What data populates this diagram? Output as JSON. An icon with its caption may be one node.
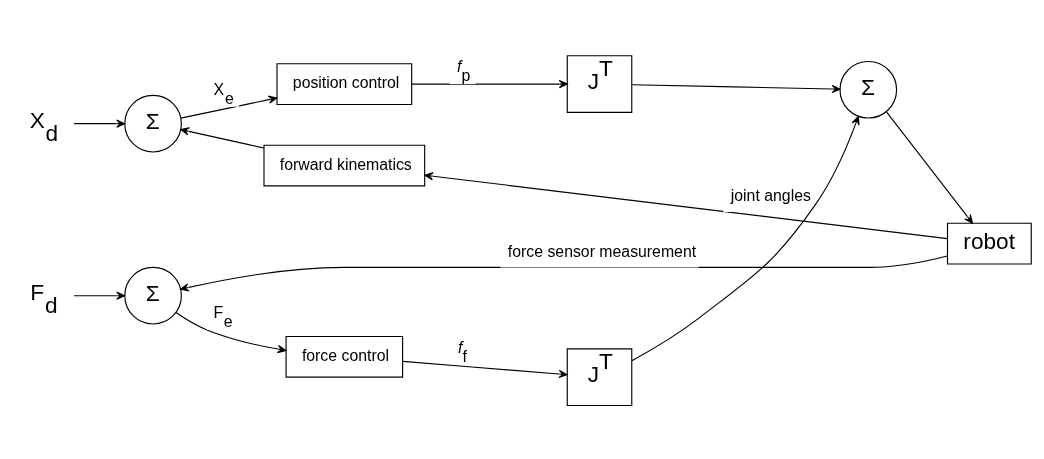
{
  "diagram": {
    "nodes": [
      {
        "text": [
          "X$_{d}$"
        ]
      },
      {
        "text": [
          "Σ"
        ]
      },
      {
        "text": [
          "position control"
        ]
      },
      {
        "text": [
          "J$^{T}$"
        ]
      },
      {
        "text": [
          "forward kinematics"
        ]
      },
      {
        "text": [
          "Σ"
        ]
      },
      {
        "text": [
          "robot"
        ]
      },
      {
        "text": [
          "F$_{d}$"
        ]
      },
      {
        "text": [
          "Σ"
        ]
      },
      {
        "text": [
          "force control"
        ]
      },
      {
        "text": [
          "J$^{T}$"
        ]
      }
    ],
    "edges": [
      {
        "from": 0,
        "to": 1,
        "arrow": "to"
      },
      {
        "from": 1,
        "to": 2,
        "arrow": "to",
        "label": "X$_{e}$"
      },
      {
        "from": 2,
        "to": 3,
        "arrow": "to",
        "label": "*f*$_{p}$"
      },
      {
        "from": 3,
        "to": 5,
        "arrow": "to"
      },
      {
        "from": 4,
        "to": 1,
        "arrow": "to"
      },
      {
        "from": 6,
        "to": 4,
        "arrow": "to",
        "label": "joint angles"
      },
      {
        "from": 5,
        "to": 6,
        "arrow": "to"
      },
      {
        "from": 7,
        "to": 8,
        "arrow": "to"
      },
      {
        "from": 8,
        "to": 9,
        "arrow": "to",
        "label": "F$_{e}$"
      },
      {
        "from": 9,
        "to": 10,
        "arrow": "to",
        "label": "*f*$_{f}$"
      },
      {
        "from": 10,
        "to": 5,
        "arrow": "to"
      },
      {
        "from": 6,
        "to": 8,
        "arrow": "to",
        "label": "force sensor measurement"
      }
    ]
  }
}
